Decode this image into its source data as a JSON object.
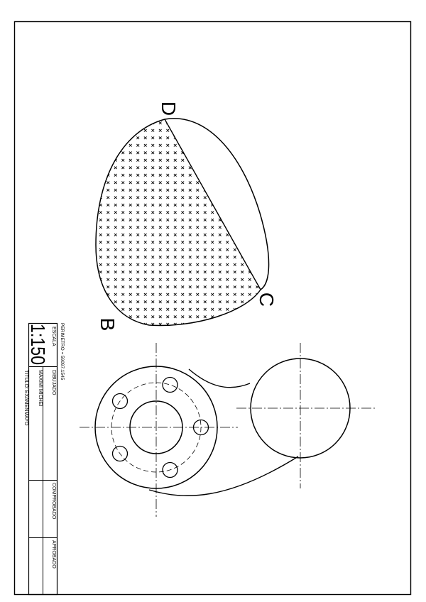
{
  "drawing": {
    "points": {
      "d": "D",
      "c": "C",
      "b": "B"
    },
    "hatch_symbol": "×",
    "perimeter": "PERIMETRO = 59097.1545"
  },
  "title_block": {
    "scale_label": "ESCALA",
    "scale_value": "1:150",
    "drawn_label": "DIBUJADO",
    "drawn_by": "MAXIMI MICHEI",
    "title": "TITULO: EXAMENMAYO",
    "checked_label": "COMPROBADO",
    "approved_label": "APROBADO"
  }
}
